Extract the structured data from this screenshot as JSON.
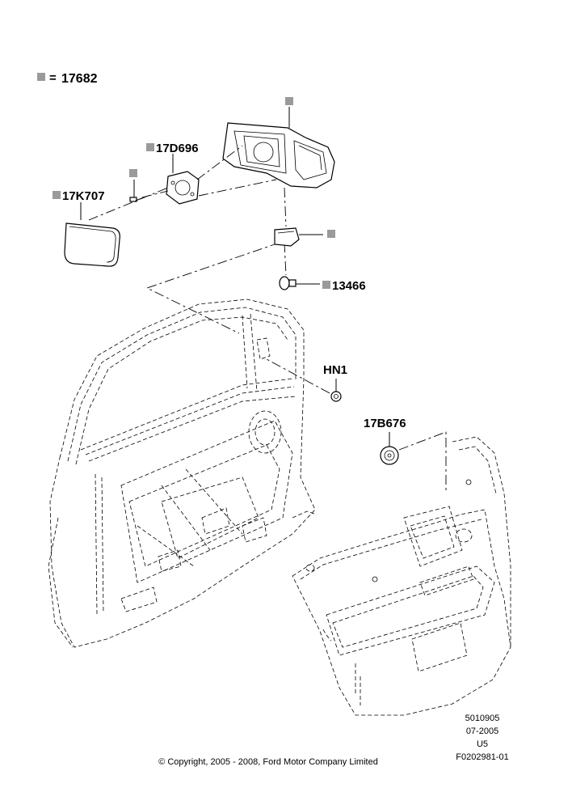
{
  "legend": {
    "marker": "▦",
    "equals": "=",
    "code": "17682"
  },
  "callouts": {
    "mirror_glass": "17K707",
    "actuator": "17D696",
    "lamp": "13466",
    "nut": "HN1",
    "speaker": "17B676"
  },
  "footer": {
    "copyright": "© Copyright, 2005 - 2008, Ford Motor Company Limited",
    "ref_lines": [
      "5010905",
      "07-2005",
      "U5",
      "F0202981-01"
    ]
  }
}
